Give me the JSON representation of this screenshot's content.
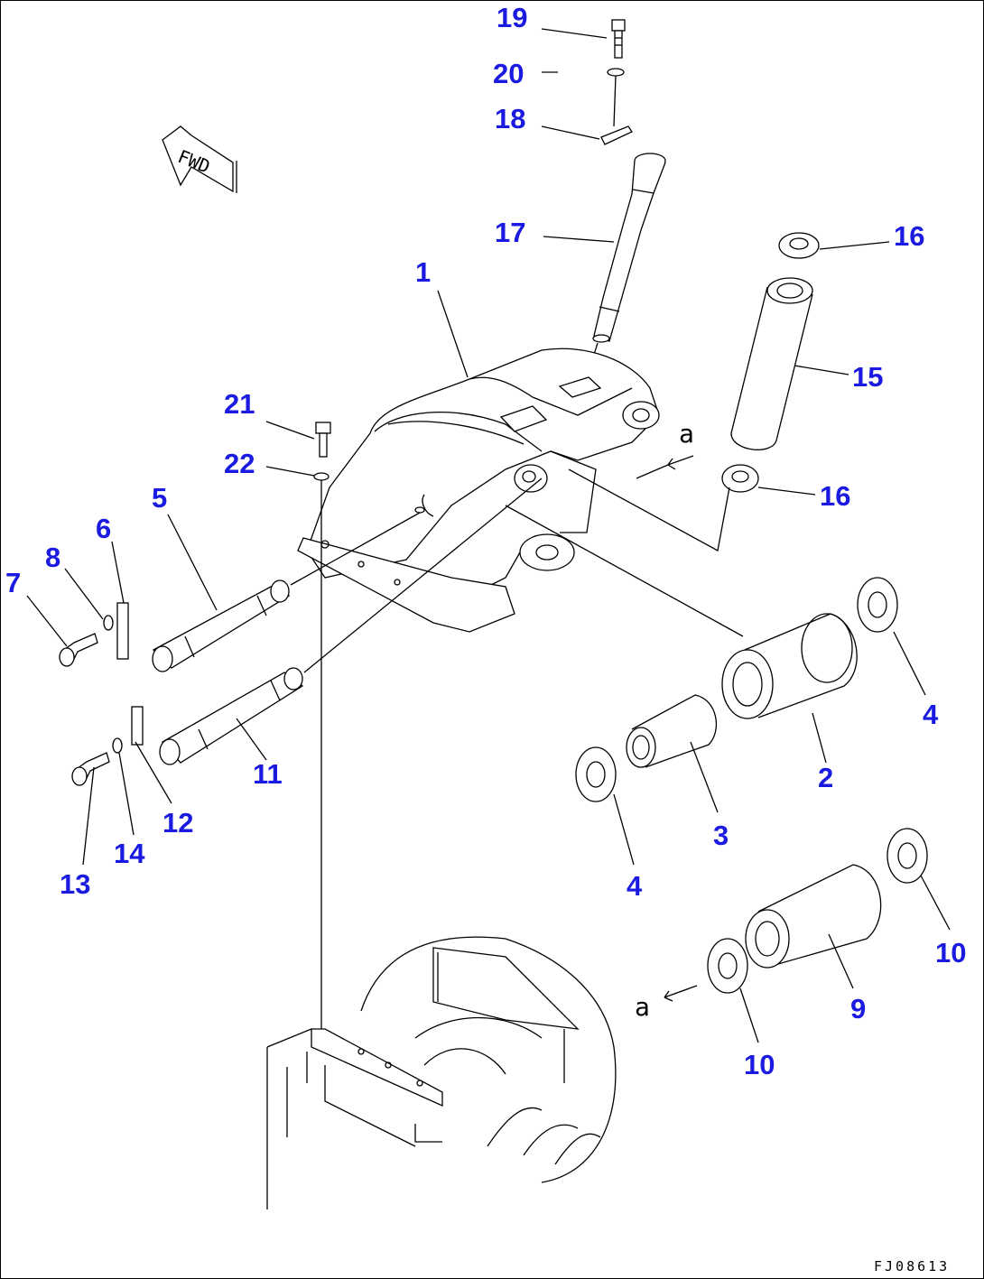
{
  "direction_label": "FWD",
  "drawing_code": "FJ08613",
  "view_marker": "a",
  "callouts": [
    {
      "id": "c19",
      "text": "19"
    },
    {
      "id": "c20",
      "text": "20"
    },
    {
      "id": "c18",
      "text": "18"
    },
    {
      "id": "c17",
      "text": "17"
    },
    {
      "id": "c16a",
      "text": "16"
    },
    {
      "id": "c1",
      "text": "1"
    },
    {
      "id": "c15",
      "text": "15"
    },
    {
      "id": "c21",
      "text": "21"
    },
    {
      "id": "c22",
      "text": "22"
    },
    {
      "id": "c16b",
      "text": "16"
    },
    {
      "id": "c5",
      "text": "5"
    },
    {
      "id": "c6",
      "text": "6"
    },
    {
      "id": "c8",
      "text": "8"
    },
    {
      "id": "c7",
      "text": "7"
    },
    {
      "id": "c4a",
      "text": "4"
    },
    {
      "id": "c11",
      "text": "11"
    },
    {
      "id": "c2",
      "text": "2"
    },
    {
      "id": "c12",
      "text": "12"
    },
    {
      "id": "c3",
      "text": "3"
    },
    {
      "id": "c14",
      "text": "14"
    },
    {
      "id": "c13",
      "text": "13"
    },
    {
      "id": "c4b",
      "text": "4"
    },
    {
      "id": "c10a",
      "text": "10"
    },
    {
      "id": "c9",
      "text": "9"
    },
    {
      "id": "c10b",
      "text": "10"
    }
  ],
  "colors": {
    "callout": "#1a1ae0",
    "line": "#000000",
    "background": "#ffffff"
  }
}
